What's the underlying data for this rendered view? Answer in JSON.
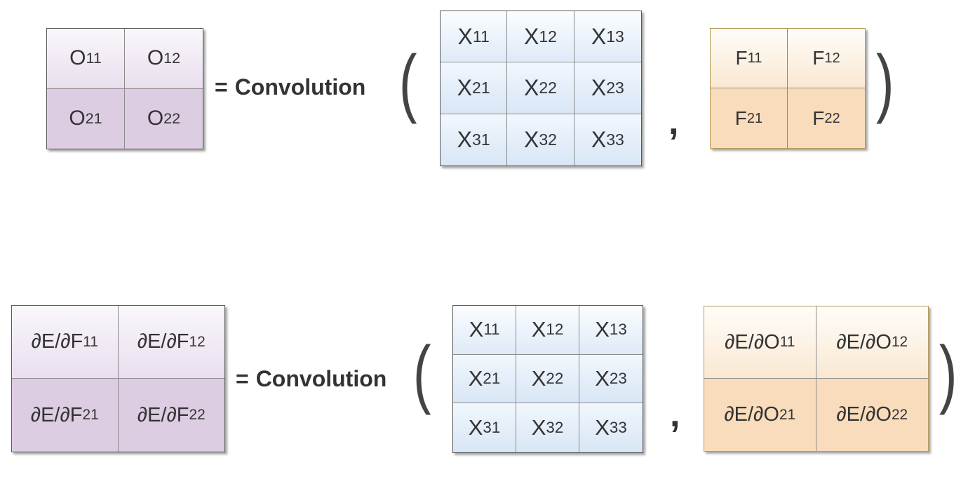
{
  "equations": [
    {
      "output": [
        [
          "O",
          "11"
        ],
        [
          "O",
          "12"
        ],
        [
          "O",
          "21"
        ],
        [
          "O",
          "22"
        ]
      ],
      "operator": "=",
      "function_name": "Convolution",
      "input": [
        [
          "X",
          "11"
        ],
        [
          "X",
          "12"
        ],
        [
          "X",
          "13"
        ],
        [
          "X",
          "21"
        ],
        [
          "X",
          "22"
        ],
        [
          "X",
          "23"
        ],
        [
          "X",
          "31"
        ],
        [
          "X",
          "32"
        ],
        [
          "X",
          "33"
        ]
      ],
      "kernel": [
        [
          "F",
          "11"
        ],
        [
          "F",
          "12"
        ],
        [
          "F",
          "21"
        ],
        [
          "F",
          "22"
        ]
      ]
    },
    {
      "output": [
        [
          "∂E/∂F",
          "11"
        ],
        [
          "∂E/∂F",
          "12"
        ],
        [
          "∂E/∂F",
          "21"
        ],
        [
          "∂E/∂F",
          "22"
        ]
      ],
      "operator": "=",
      "function_name": "Convolution",
      "input": [
        [
          "X",
          "11"
        ],
        [
          "X",
          "12"
        ],
        [
          "X",
          "13"
        ],
        [
          "X",
          "21"
        ],
        [
          "X",
          "22"
        ],
        [
          "X",
          "23"
        ],
        [
          "X",
          "31"
        ],
        [
          "X",
          "32"
        ],
        [
          "X",
          "33"
        ]
      ],
      "kernel": [
        [
          "∂E/∂O",
          "11"
        ],
        [
          "∂E/∂O",
          "12"
        ],
        [
          "∂E/∂O",
          "21"
        ],
        [
          "∂E/∂O",
          "22"
        ]
      ]
    }
  ],
  "colors": {
    "output_matrix": "#ddcde3",
    "input_matrix": "#d8e6f6",
    "kernel_matrix": "#f8dcbc",
    "border": "#5a5a5a"
  }
}
